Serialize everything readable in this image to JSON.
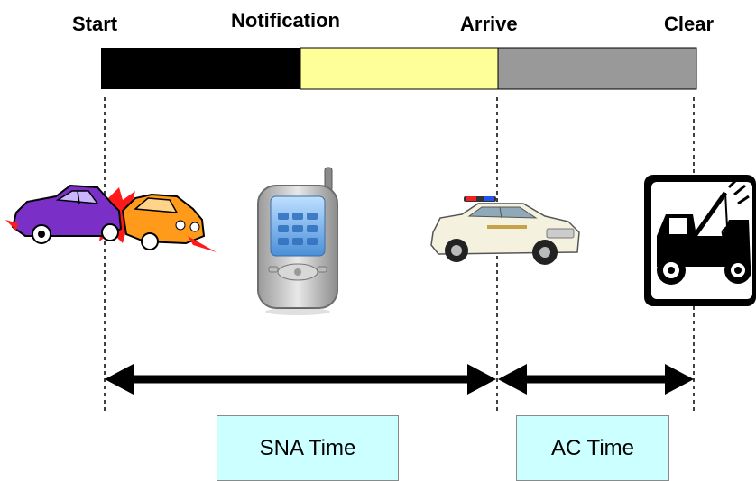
{
  "timeline": {
    "labels": {
      "start": "Start",
      "notification": "Notification",
      "arrive": "Arrive",
      "clear": "Clear"
    },
    "segments": [
      {
        "name": "start-to-notification",
        "color": "#000000"
      },
      {
        "name": "notification-to-arrive",
        "color": "#ffff99"
      },
      {
        "name": "arrive-to-clear",
        "color": "#999999"
      }
    ]
  },
  "intervals": {
    "sna": "SNA Time",
    "ac": "AC Time"
  },
  "icons": [
    "crash-cars-icon",
    "cell-phone-icon",
    "police-car-icon",
    "tow-truck-icon"
  ],
  "colors": {
    "interval_box": "#ccffff",
    "arrow": "#000000"
  }
}
